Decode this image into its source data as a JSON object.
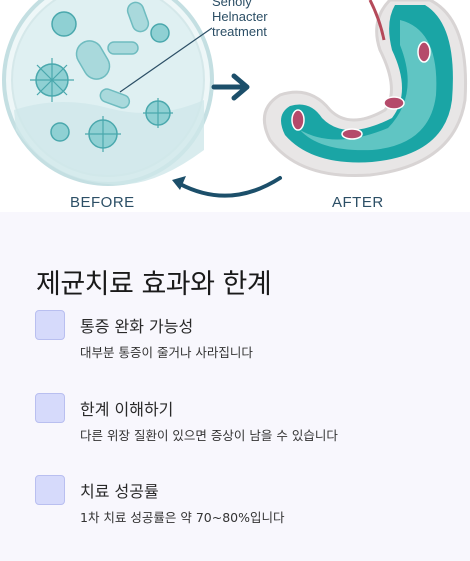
{
  "illustration": {
    "before_label": "BEFORE",
    "after_label": "AFTER",
    "annotation_lines": [
      "Senoly",
      "Helnacter",
      "treatment"
    ]
  },
  "section": {
    "title": "제균치료 효과와 한계",
    "items": [
      {
        "title": "통증 완화 가능성",
        "description": "대부분 통증이 줄거나 사라집니다",
        "checked": false
      },
      {
        "title": "한계 이해하기",
        "description": "다른 위장 질환이 있으면 증상이 남을 수 있습니다",
        "checked": false
      },
      {
        "title": "치료 성공률",
        "description": "1차 치료 성공률은 약 70~80%입니다",
        "checked": false
      }
    ]
  },
  "colors": {
    "accent_teal": "#1aa5a5",
    "arrow_navy": "#1c4f6a",
    "checkbox_fill": "#d6dafb",
    "content_bg": "#f8f7fd"
  }
}
